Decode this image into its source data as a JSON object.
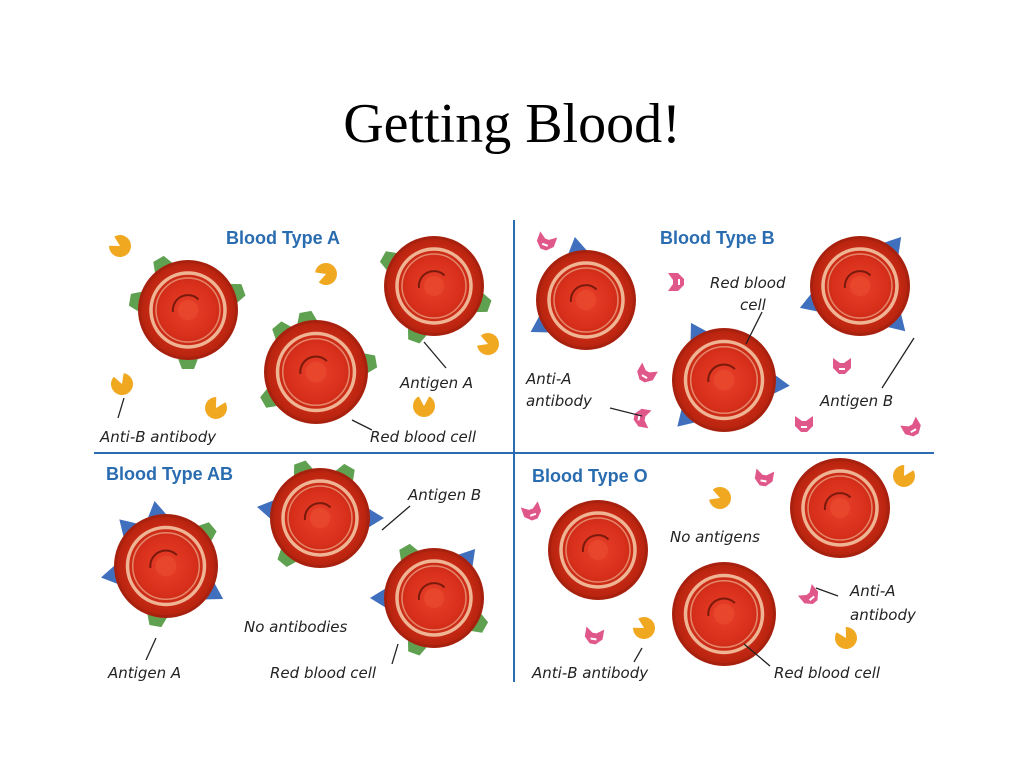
{
  "title": "Getting Blood!",
  "colors": {
    "panel_title": "#2a6cb0",
    "divider": "#2a6cb0",
    "cell_red": "#d9301c",
    "cell_dark": "#a8210f",
    "ring": "#f3c3a1",
    "antigen_a": "#5fa150",
    "antigen_b": "#3f6fbd",
    "anti_b_antibody": "#f0a821",
    "anti_a_antibody": "#e0578a"
  },
  "panels": {
    "type_a": {
      "title": "Blood Type A",
      "labels": {
        "antigen": "Antigen A",
        "antibody": "Anti-B antibody",
        "cell": "Red blood cell"
      }
    },
    "type_b": {
      "title": "Blood Type B",
      "labels": {
        "cell_line1": "Red blood",
        "cell_line2": "cell",
        "antibody_line1": "Anti-A",
        "antibody_line2": "antibody",
        "antigen": "Antigen B"
      }
    },
    "type_ab": {
      "title": "Blood Type AB",
      "labels": {
        "antigen_b": "Antigen B",
        "no_antibodies": "No antibodies",
        "antigen_a": "Antigen A",
        "cell": "Red blood cell"
      }
    },
    "type_o": {
      "title": "Blood Type O",
      "labels": {
        "no_antigens": "No antigens",
        "anti_a_line1": "Anti-A",
        "anti_a_line2": "antibody",
        "anti_b": "Anti-B antibody",
        "cell": "Red blood cell"
      }
    }
  }
}
